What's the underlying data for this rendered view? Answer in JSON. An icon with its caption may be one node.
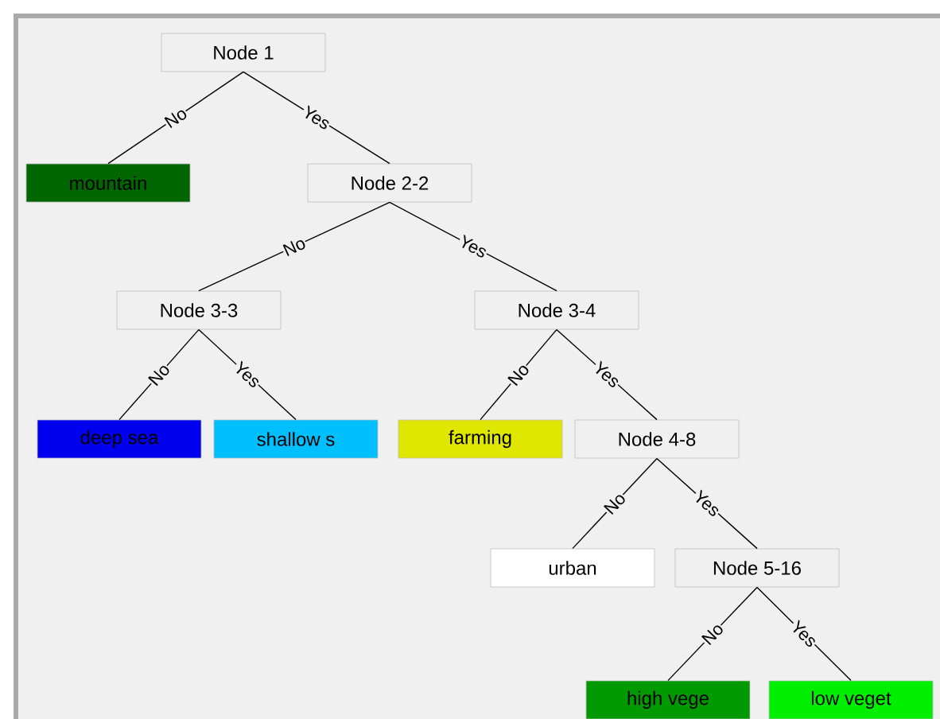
{
  "diagram": {
    "nodes": [
      {
        "text": [
          "Node 1"
        ]
      },
      {
        "text": [
          "mountain"
        ]
      },
      {
        "text": [
          "Node 2-2"
        ]
      },
      {
        "text": [
          "Node 3-3"
        ]
      },
      {
        "text": [
          "Node 3-4"
        ]
      },
      {
        "text": [
          "deep sea"
        ]
      },
      {
        "text": [
          "shallow s"
        ]
      },
      {
        "text": [
          "farming"
        ]
      },
      {
        "text": [
          "Node 4-8"
        ]
      },
      {
        "text": [
          "urban"
        ]
      },
      {
        "text": [
          "Node 5-16"
        ]
      },
      {
        "text": [
          "high vege"
        ]
      },
      {
        "text": [
          "low veget"
        ]
      }
    ],
    "edges": [
      {
        "from": 0,
        "to": 1,
        "arrow": "none",
        "label": "No"
      },
      {
        "from": 0,
        "to": 2,
        "arrow": "none",
        "label": "Yes"
      },
      {
        "from": 2,
        "to": 3,
        "arrow": "none",
        "label": "No"
      },
      {
        "from": 2,
        "to": 4,
        "arrow": "none",
        "label": "Yes"
      },
      {
        "from": 3,
        "to": 5,
        "arrow": "none",
        "label": "No"
      },
      {
        "from": 3,
        "to": 6,
        "arrow": "none",
        "label": "Yes"
      },
      {
        "from": 4,
        "to": 7,
        "arrow": "none",
        "label": "No"
      },
      {
        "from": 4,
        "to": 8,
        "arrow": "none",
        "label": "Yes"
      },
      {
        "from": 8,
        "to": 9,
        "arrow": "none",
        "label": "No"
      },
      {
        "from": 8,
        "to": 10,
        "arrow": "none",
        "label": "Yes"
      },
      {
        "from": 10,
        "to": 11,
        "arrow": "none",
        "label": "No"
      },
      {
        "from": 10,
        "to": 12,
        "arrow": "none",
        "label": "Yes"
      }
    ]
  }
}
